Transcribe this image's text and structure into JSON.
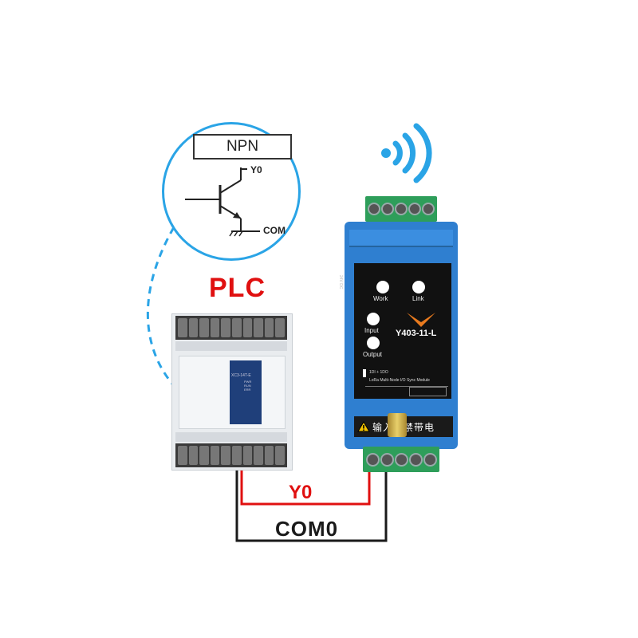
{
  "callout": {
    "transistor_type": "NPN",
    "collector_label": "Y0",
    "emitter_label": "COM"
  },
  "plc": {
    "title": "PLC",
    "model_label": "XC3-14T-E",
    "status_labels": [
      "PWR",
      "RUN",
      "ERR"
    ]
  },
  "module": {
    "model": "Y403-11-L",
    "power_label": "24V DC",
    "leds": [
      {
        "label": "Work"
      },
      {
        "label": "Link"
      },
      {
        "label": "Input"
      },
      {
        "label": "Output"
      }
    ],
    "spec_line": "1DI + 1DO",
    "description": "LoRa Multi-Node I/O Sync Module",
    "warning": "输入端禁带电",
    "brand_color": "#e87a1e"
  },
  "wires": {
    "signal": {
      "label": "Y0",
      "color": "#e01010"
    },
    "common": {
      "label": "COM0",
      "color": "#1a1a1a"
    }
  },
  "colors": {
    "callout_circle": "#2aa4e6",
    "wifi": "#2aa4e6",
    "module_body": "#2f7fd0",
    "terminal_green": "#2e9e5a",
    "plc_title": "#e01010"
  },
  "icons": {
    "wireless": "wifi-icon",
    "antenna": "antenna-icon",
    "warning": "warning-triangle-icon"
  }
}
